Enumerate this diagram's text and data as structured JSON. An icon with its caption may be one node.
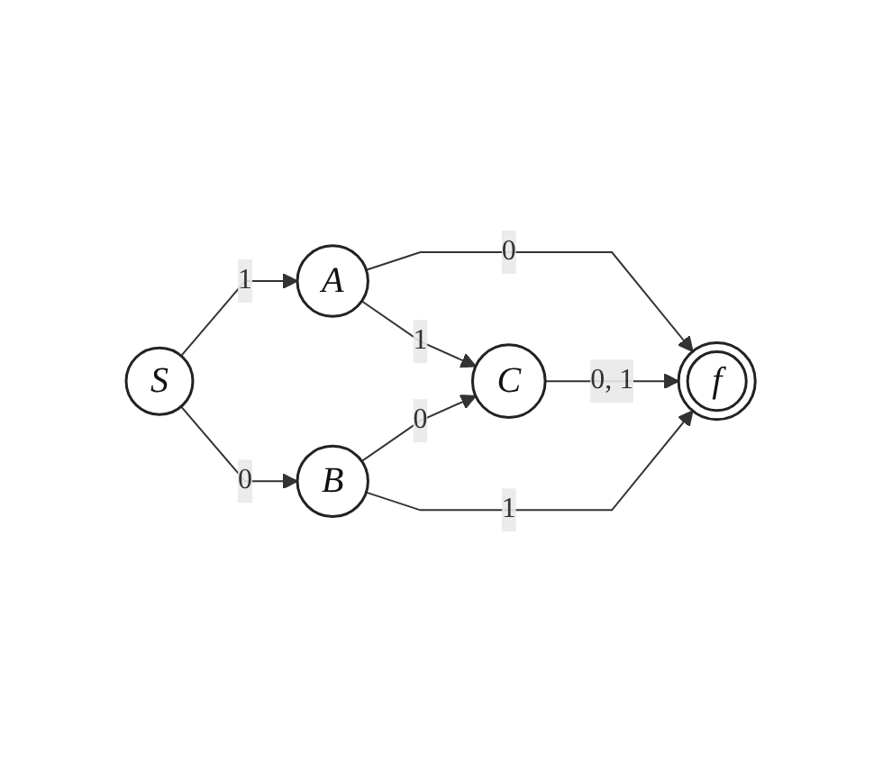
{
  "diagram": {
    "nodes": [
      {
        "text": [
          "A"
        ]
      },
      {
        "text": [
          "S"
        ]
      },
      {
        "text": [
          "C"
        ]
      },
      {
        "text": [
          "f"
        ]
      },
      {
        "text": [
          "B"
        ]
      }
    ],
    "edges": [
      {
        "from": 1,
        "to": 0,
        "arrow": "to",
        "label": "1"
      },
      {
        "from": 1,
        "to": 4,
        "arrow": "to",
        "label": "0"
      },
      {
        "from": 0,
        "to": 2,
        "arrow": "to",
        "label": "1"
      },
      {
        "from": 0,
        "to": 3,
        "arrow": "to",
        "label": "0"
      },
      {
        "from": 2,
        "to": 3,
        "arrow": "to",
        "label": "0, 1"
      },
      {
        "from": 4,
        "to": 2,
        "arrow": "to",
        "label": "0"
      },
      {
        "from": 4,
        "to": 3,
        "arrow": "to",
        "label": "1"
      }
    ]
  }
}
